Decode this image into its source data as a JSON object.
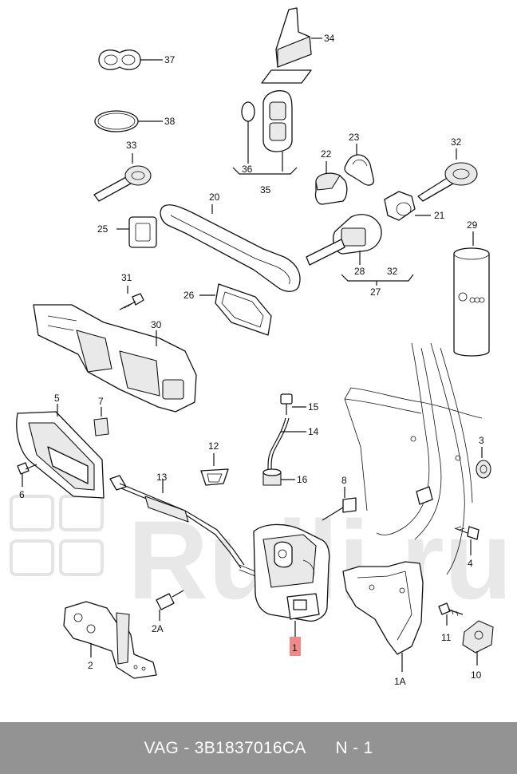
{
  "labels": {
    "l1": "1",
    "l1a": "1A",
    "l2": "2",
    "l2a": "2A",
    "l3": "3",
    "l4": "4",
    "l5": "5",
    "l6": "6",
    "l7": "7",
    "l8": "8",
    "l10": "10",
    "l11": "11",
    "l12": "12",
    "l13": "13",
    "l14": "14",
    "l15": "15",
    "l16": "16",
    "l20": "20",
    "l21": "21",
    "l22": "22",
    "l23": "23",
    "l25": "25",
    "l26": "26",
    "l27": "27",
    "l28": "28",
    "l29": "29",
    "l30": "30",
    "l31": "31",
    "l32a": "32",
    "l32b": "32",
    "l33": "33",
    "l34": "34",
    "l35": "35",
    "l36": "36",
    "l37": "37",
    "l38": "38"
  },
  "footer": {
    "brand": "VAG",
    "part_number": "3B1837016CA",
    "position": "N - 1"
  },
  "highlight_color": "#f08a8a",
  "watermark_color": "#e6e6e6"
}
